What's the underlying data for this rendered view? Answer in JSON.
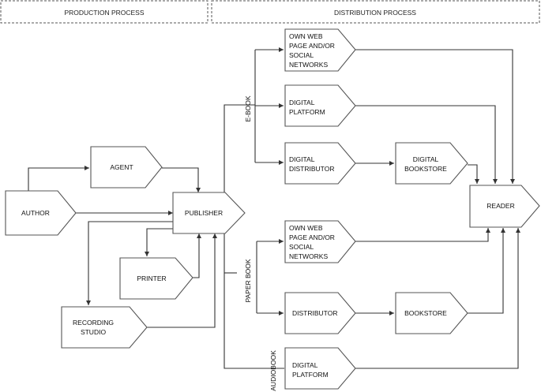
{
  "headers": {
    "production": "PRODUCTION PROCESS",
    "distribution": "DISTRIBUTION PROCESS"
  },
  "nodes": {
    "author": "AUTHOR",
    "agent": "AGENT",
    "publisher": "PUBLISHER",
    "printer": "PRINTER",
    "recording_studio": [
      "RECORDING",
      "STUDIO"
    ],
    "ebook_own_web": [
      "OWN WEB",
      "PAGE AND/OR",
      "SOCIAL",
      "NETWORKS"
    ],
    "ebook_digital_platform": [
      "DIGITAL",
      "PLATFORM"
    ],
    "digital_distributor": [
      "DIGITAL",
      "DISTRIBUTOR"
    ],
    "digital_bookstore": [
      "DIGITAL",
      "BOOKSTORE"
    ],
    "reader": "READER",
    "paper_own_web": [
      "OWN WEB",
      "PAGE AND/OR",
      "SOCIAL",
      "NETWORKS"
    ],
    "distributor": "DISTRIBUTOR",
    "bookstore": "BOOKSTORE",
    "audio_digital_platform": [
      "DIGITAL",
      "PLATFORM"
    ]
  },
  "branch_labels": {
    "ebook": "E-BOOK",
    "paper_book": "PAPER BOOK",
    "audiobook": "AUDIOBOOK"
  }
}
